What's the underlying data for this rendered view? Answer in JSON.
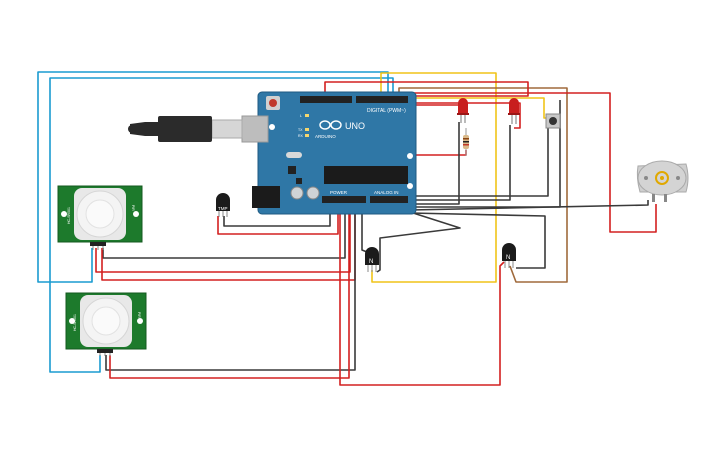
{
  "colors": {
    "background": "#ffffff",
    "board": "#2f77a6",
    "board_dark": "#1f5a82",
    "pir_board": "#1d7a2c",
    "wire_red": "#d32020",
    "wire_black": "#3a3a3a",
    "wire_blue": "#1a9bd0",
    "wire_yellow": "#f0c419",
    "wire_brown": "#a06a3c",
    "led_red": "#c81e1e",
    "motor_body": "#cfcfcf"
  },
  "arduino": {
    "brand": "ARDUINO",
    "model": "UNO",
    "digital_header": "DIGITAL (PWM~)",
    "power_header": "POWER",
    "analog_header": "ANALOG IN",
    "tx_label": "TX",
    "rx_label": "RX",
    "l_label": "L"
  },
  "components": {
    "temp_sensor_label": "TMP",
    "transistor_1_label": "N",
    "transistor_2_label": "N",
    "pir_1_left_text": "HC-SR501",
    "pir_1_right_text": "PIR",
    "pir_2_left_text": "HC-SR501",
    "pir_2_right_text": "PIR"
  },
  "icons": {
    "usb": "usb-cable-icon",
    "motor": "dc-motor-icon",
    "led": "led-icon",
    "resistor": "resistor-icon",
    "button": "pushbutton-icon",
    "sensor": "pir-sensor-icon"
  }
}
